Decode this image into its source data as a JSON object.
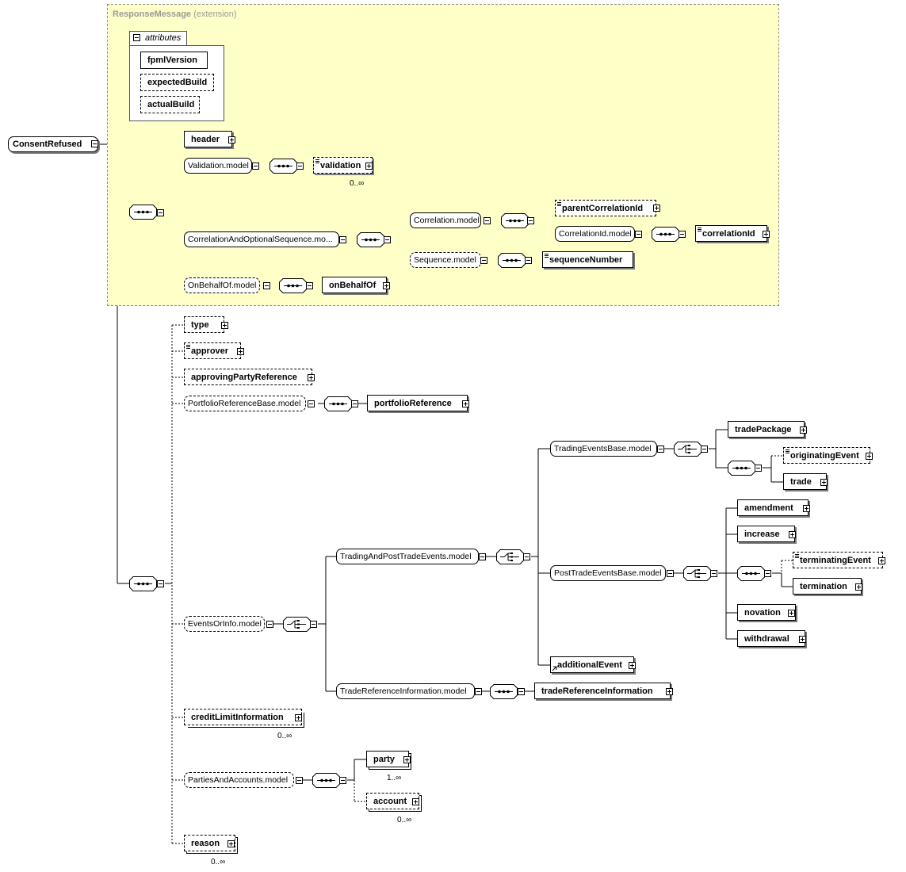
{
  "extension": {
    "title": "ResponseMessage",
    "subtitle": "(extension)"
  },
  "attributes": {
    "label": "attributes",
    "items": [
      "fpmlVersion",
      "expectedBuild",
      "actualBuild"
    ]
  },
  "root": "ConsentRefused",
  "elements": {
    "header": "header",
    "validation": "validation",
    "parentCorrelationId": "parentCorrelationId",
    "correlationId": "correlationId",
    "sequenceNumber": "sequenceNumber",
    "onBehalfOf": "onBehalfOf",
    "type": "type",
    "approver": "approver",
    "approvingPartyReference": "approvingPartyReference",
    "portfolioReference": "portfolioReference",
    "tradePackage": "tradePackage",
    "originatingEvent": "originatingEvent",
    "trade": "trade",
    "amendment": "amendment",
    "increase": "increase",
    "terminatingEvent": "terminatingEvent",
    "termination": "termination",
    "novation": "novation",
    "withdrawal": "withdrawal",
    "additionalEvent": "additionalEvent",
    "tradeReferenceInformation": "tradeReferenceInformation",
    "creditLimitInformation": "creditLimitInformation",
    "party": "party",
    "account": "account",
    "reason": "reason"
  },
  "models": {
    "validation": "Validation.model",
    "correlationAndOptional": "CorrelationAndOptionalSequence.mo...",
    "correlation": "Correlation.model",
    "correlationId": "CorrelationId.model",
    "sequence": "Sequence.model",
    "onBehalfOf": "OnBehalfOf.model",
    "portfolioReferenceBase": "PortfolioReferenceBase.model",
    "eventsOrInfo": "EventsOrInfo.model",
    "tradingAndPostTrade": "TradingAndPostTradeEvents.model",
    "tradingEventsBase": "TradingEventsBase.model",
    "postTradeEventsBase": "PostTradeEventsBase.model",
    "tradeReferenceInformation": "TradeReferenceInformation.model",
    "partiesAndAccounts": "PartiesAndAccounts.model"
  },
  "cardinality": {
    "validation": "0..∞",
    "creditLimitInformation": "0..∞",
    "party": "1..∞",
    "account": "0..∞",
    "reason": "0..∞"
  }
}
